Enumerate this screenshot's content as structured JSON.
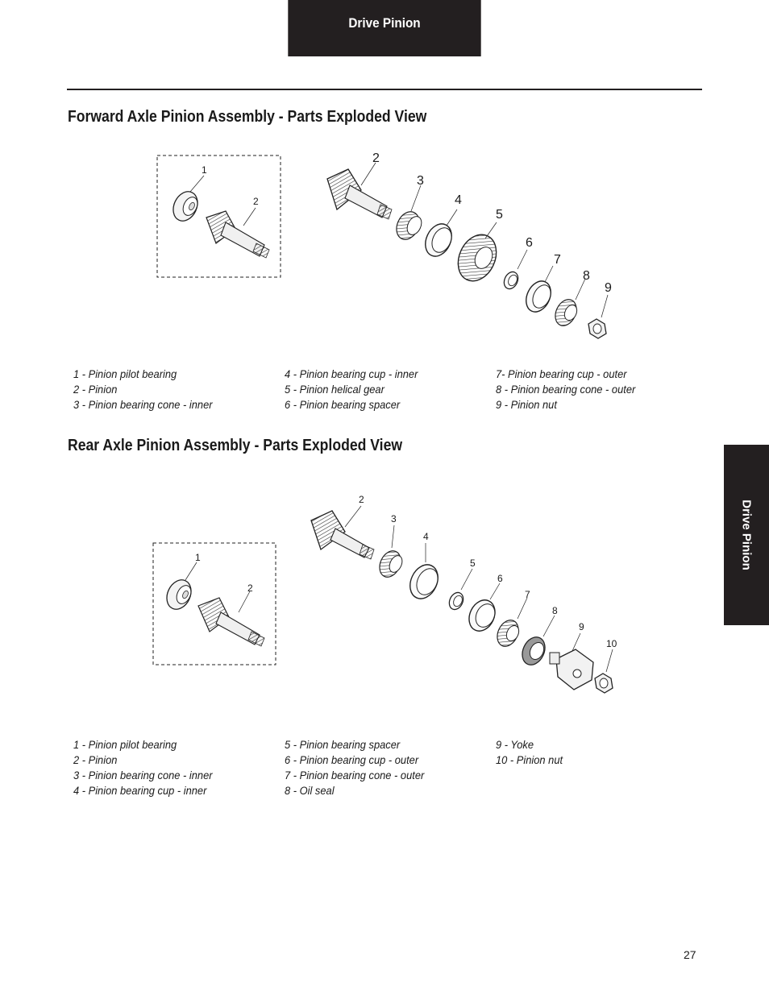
{
  "header": {
    "tab_label": "Drive Pinion"
  },
  "side_tab": {
    "label": "Drive Pinion"
  },
  "forward": {
    "title": "Forward Axle Pinion Assembly - Parts Exploded View",
    "callouts": [
      "1",
      "2",
      "2",
      "3",
      "4",
      "5",
      "6",
      "7",
      "8",
      "9"
    ],
    "legend": [
      [
        "1 - Pinion pilot bearing",
        "2 - Pinion",
        "3 - Pinion bearing cone - inner"
      ],
      [
        "4 - Pinion bearing cup - inner",
        "5 - Pinion helical gear",
        "6 - Pinion bearing spacer"
      ],
      [
        "7- Pinion bearing cup - outer",
        "8 - Pinion bearing cone - outer",
        "9 - Pinion nut"
      ]
    ]
  },
  "rear": {
    "title": "Rear Axle Pinion Assembly - Parts Exploded View",
    "callouts": [
      "1",
      "2",
      "2",
      "3",
      "4",
      "5",
      "6",
      "7",
      "8",
      "9",
      "10"
    ],
    "legend": [
      [
        "1 - Pinion pilot bearing",
        "2 - Pinion",
        "3 - Pinion bearing cone - inner",
        "4 - Pinion bearing cup - inner"
      ],
      [
        "5 - Pinion bearing spacer",
        "6 - Pinion bearing cup - outer",
        "7 - Pinion bearing cone - outer",
        "8 - Oil seal"
      ],
      [
        "9 - Yoke",
        "10 - Pinion nut"
      ]
    ]
  },
  "footer": {
    "page_number": "27"
  }
}
